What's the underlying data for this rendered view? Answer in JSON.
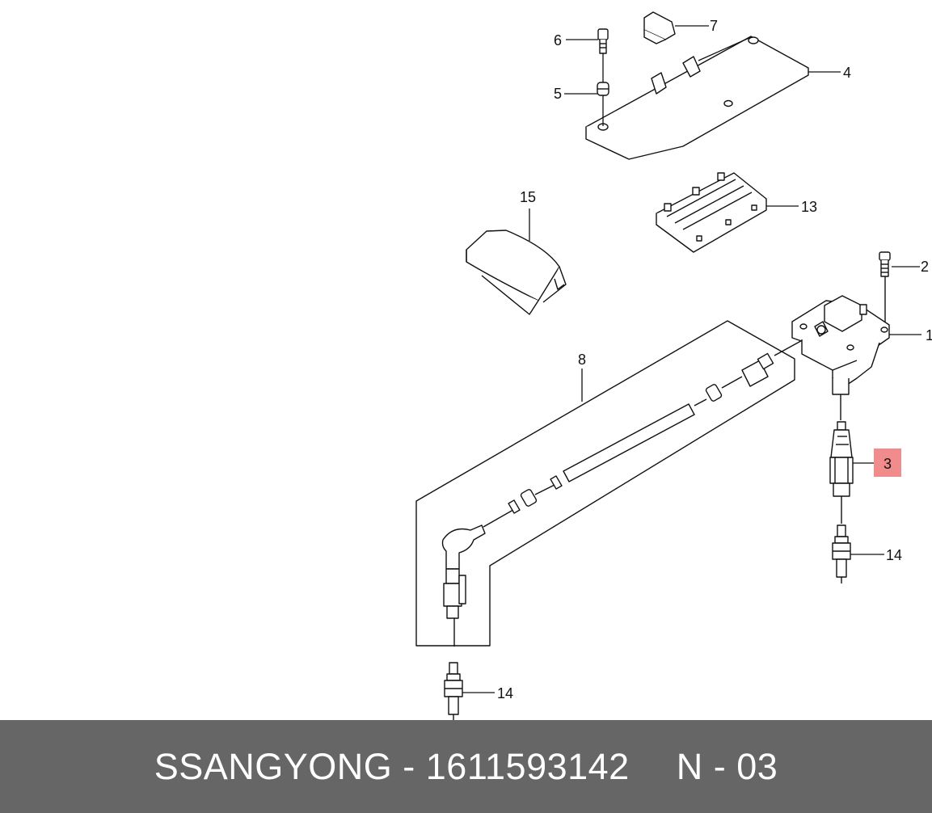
{
  "diagram": {
    "callouts": {
      "c1": "1",
      "c2": "2",
      "c3": "3",
      "c4": "4",
      "c5": "5",
      "c6": "6",
      "c7": "7",
      "c8": "8",
      "c13": "13",
      "c14a": "14",
      "c14b": "14",
      "c15": "15"
    },
    "highlight_color": "#f28b8b"
  },
  "footer": {
    "brand": "SSANGYONG",
    "separator": "-",
    "part_number": "1611593142",
    "ref_prefix": "N",
    "ref_separator": "-",
    "ref_number": "03",
    "background": "#666666"
  }
}
